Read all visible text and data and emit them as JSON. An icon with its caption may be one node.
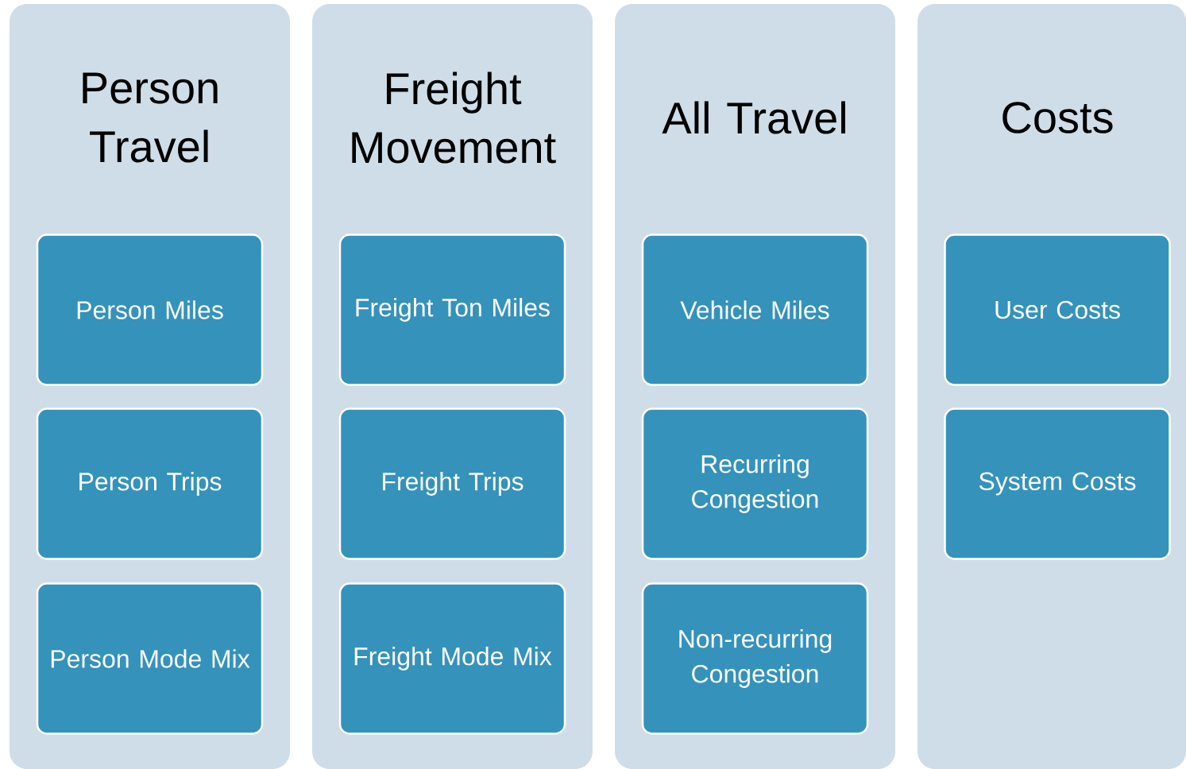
{
  "diagram": {
    "nodes": [
      {
        "text": [
          "Person Travel"
        ]
      },
      {
        "text": [
          "Person Miles"
        ],
        "in": 0
      },
      {
        "text": [
          "Person Trips"
        ],
        "in": 0
      },
      {
        "text": [
          "Person Mode Mix"
        ],
        "in": 0
      },
      {
        "text": [
          "Freight Movement"
        ]
      },
      {
        "text": [
          "Freight Ton Miles"
        ],
        "in": 4
      },
      {
        "text": [
          "Freight Trips"
        ],
        "in": 4
      },
      {
        "text": [
          "Freight Mode Mix"
        ],
        "in": 4
      },
      {
        "text": [
          "All Travel"
        ]
      },
      {
        "text": [
          "Vehicle Miles"
        ],
        "in": 8
      },
      {
        "text": [
          "Recurring Congestion"
        ],
        "in": 8
      },
      {
        "text": [
          "Non-recurring Congestion"
        ],
        "in": 8
      },
      {
        "text": [
          "Costs"
        ]
      },
      {
        "text": [
          "User Costs"
        ],
        "in": 12
      },
      {
        "text": [
          "System Costs"
        ],
        "in": 12
      }
    ]
  }
}
